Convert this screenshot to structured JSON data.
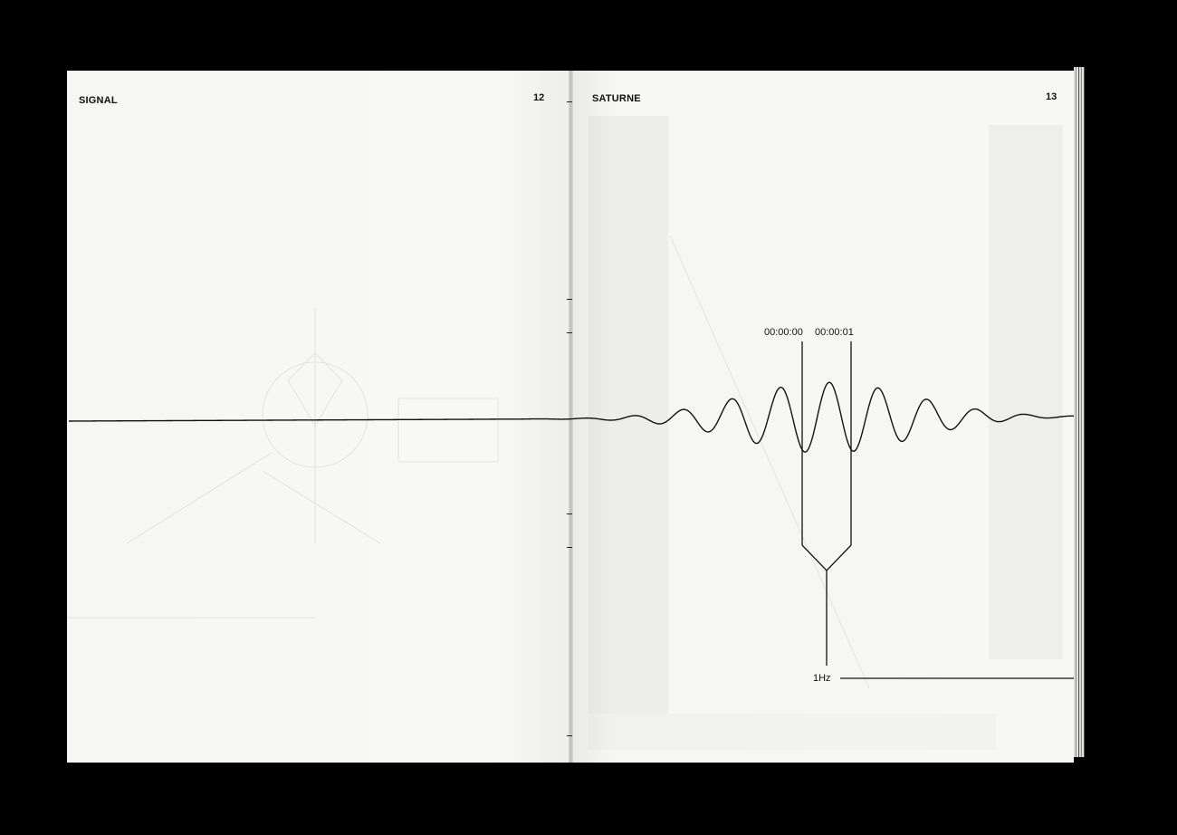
{
  "left_page": {
    "running_title": "SIGNAL",
    "folio": "12"
  },
  "right_page": {
    "running_title": "SATURNE",
    "folio": "13"
  },
  "diagram": {
    "timestamp_start": "00:00:00",
    "timestamp_end": "00:00:01",
    "frequency_label": "1Hz"
  }
}
